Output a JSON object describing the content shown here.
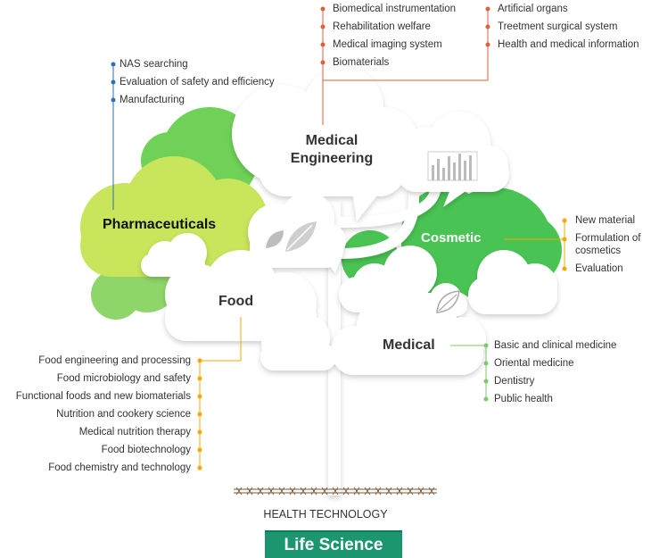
{
  "categories": {
    "medical_engineering": {
      "line1": "Medical",
      "line2": "Engineering"
    },
    "pharmaceuticals": "Pharmaceuticals",
    "cosmetic": "Cosmetic",
    "food": "Food",
    "medical": "Medical"
  },
  "lists": {
    "medical_engineering_left": [
      "Biomedical instrumentation",
      "Rehabilitation welfare",
      "Medical imaging system",
      "Biomaterials"
    ],
    "medical_engineering_right": [
      "Artificial organs",
      "Treetment surgical system",
      "Health and medical information"
    ],
    "pharmaceuticals": [
      "NAS searching",
      "Evaluation of safety and efficiency",
      "Manufacturing"
    ],
    "cosmetic": [
      "New material",
      "Formulation of",
      "cosmetics",
      "Evaluation"
    ],
    "medical": [
      "Basic and clinical medicine",
      "Oriental medicine",
      "Dentistry",
      "Public health"
    ],
    "food": [
      "Food engineering and processing",
      "Food microbiology and safety",
      "Functional foods and new biomaterials",
      "Nutrition and cookery science",
      "Medical nutrition therapy",
      "Food biotechnology",
      "Food chemistry and technology"
    ]
  },
  "footer": {
    "subtitle": "HEALTH TECHNOLOGY",
    "title": "Life Science"
  },
  "colors": {
    "medical_engineering": "#d9623a",
    "pharmaceuticals": "#2c6fb2",
    "cosmetic": "#f5a800",
    "food": "#f5a800",
    "medical": "#7cc96b",
    "lime_canopy": "#c8e55b",
    "green_canopy": "#49c454",
    "footer_bg": "#1c9671"
  },
  "icons": [
    "bar-chart-icon",
    "leaves-icon",
    "leaf-icon"
  ]
}
